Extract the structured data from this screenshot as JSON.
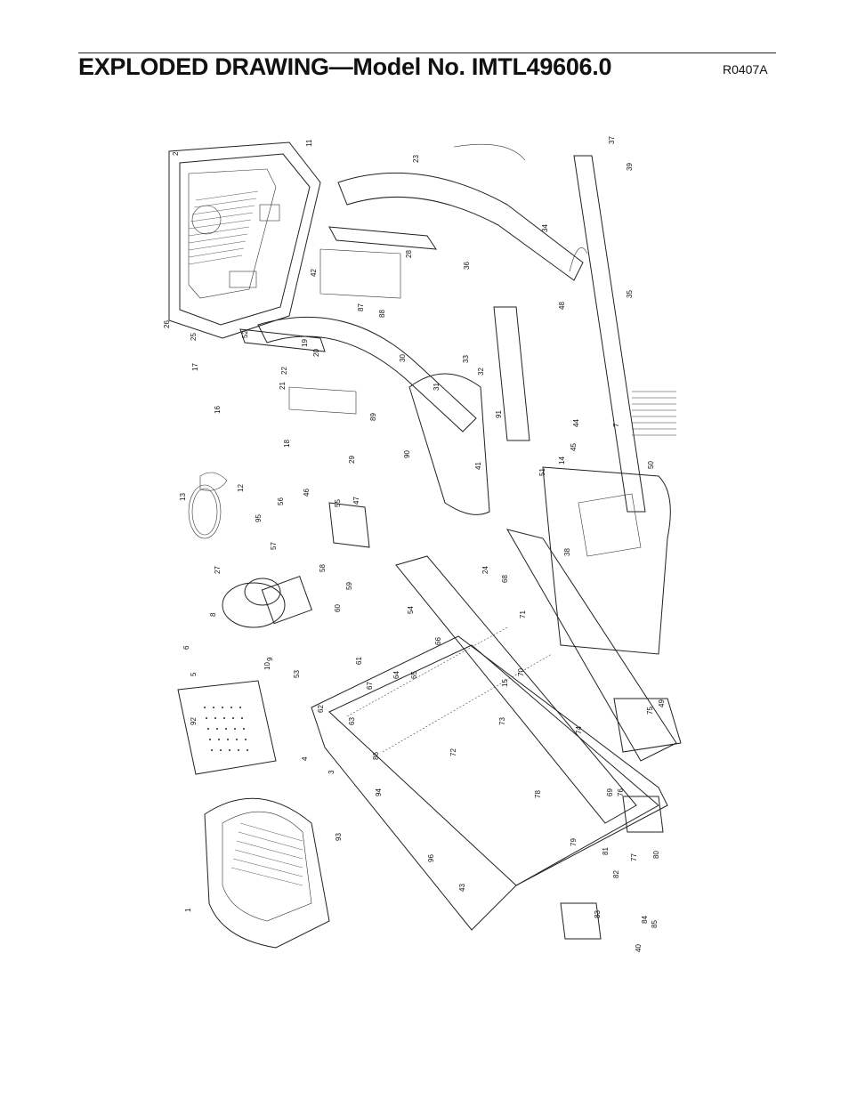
{
  "header": {
    "title": "EXPLODED DRAWING—Model No. IMTL49606.0",
    "code": "R0407A"
  },
  "parts": [
    "1",
    "2",
    "3",
    "4",
    "5",
    "6",
    "7",
    "8",
    "9",
    "10",
    "11",
    "12",
    "13",
    "14",
    "15",
    "16",
    "17",
    "18",
    "19",
    "20",
    "21",
    "22",
    "23",
    "24",
    "25",
    "26",
    "27",
    "28",
    "29",
    "30",
    "31",
    "32",
    "33",
    "34",
    "35",
    "36",
    "37",
    "38",
    "39",
    "40",
    "41",
    "42",
    "43",
    "44",
    "45",
    "46",
    "47",
    "48",
    "49",
    "50",
    "51",
    "52",
    "53",
    "54",
    "55",
    "56",
    "57",
    "58",
    "59",
    "60",
    "61",
    "62",
    "63",
    "64",
    "65",
    "66",
    "67",
    "68",
    "69",
    "70",
    "71",
    "72",
    "73",
    "74",
    "75",
    "76",
    "77",
    "78",
    "79",
    "80",
    "81",
    "82",
    "83",
    "84",
    "85",
    "86",
    "87",
    "88",
    "89",
    "90",
    "91",
    "92",
    "93",
    "94",
    "95",
    "96"
  ]
}
